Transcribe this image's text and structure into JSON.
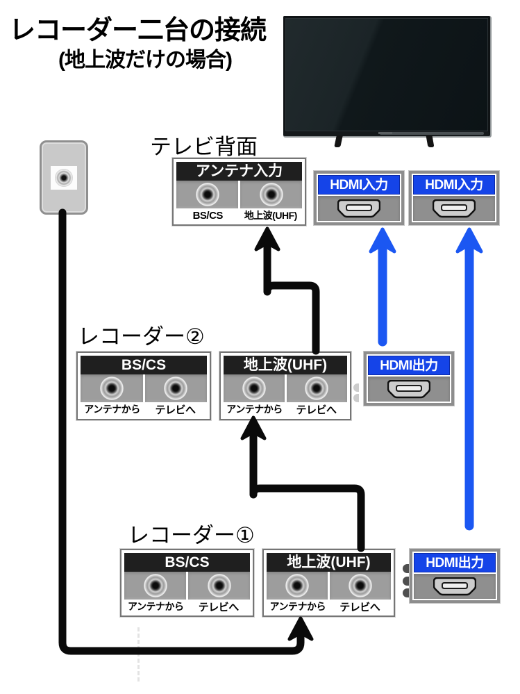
{
  "title": {
    "main": "レコーダー二台の接続",
    "sub": "(地上波だけの場合)"
  },
  "labels": {
    "tv_back": "テレビ背面"
  },
  "tv_panel": {
    "header": "アンテナ入力",
    "jacks": [
      "BS/CS",
      "地上波(UHF)"
    ]
  },
  "hdmi_inputs": [
    {
      "label": "HDMI入力"
    },
    {
      "label": "HDMI入力"
    }
  ],
  "recorders": [
    {
      "name": "レコーダー②",
      "hdmi_out": "HDMI出力",
      "panels": [
        {
          "header": "BS/CS",
          "jacks": [
            "アンテナから",
            "テレビへ"
          ]
        },
        {
          "header": "地上波(UHF)",
          "jacks": [
            "アンテナから",
            "テレビへ"
          ]
        }
      ]
    },
    {
      "name": "レコーダー①",
      "hdmi_out": "HDMI出力",
      "panels": [
        {
          "header": "BS/CS",
          "jacks": [
            "アンテナから",
            "テレビへ"
          ]
        },
        {
          "header": "地上波(UHF)",
          "jacks": [
            "アンテナから",
            "テレビへ"
          ]
        }
      ]
    }
  ],
  "colors": {
    "cable_antenna": "#0a0a0a",
    "cable_hdmi": "#1b57f2",
    "hdmi_header_blue": "#1544e8",
    "panel_header_black": "#1f1f1f",
    "panel_body_gray": "#9d9d9d"
  }
}
